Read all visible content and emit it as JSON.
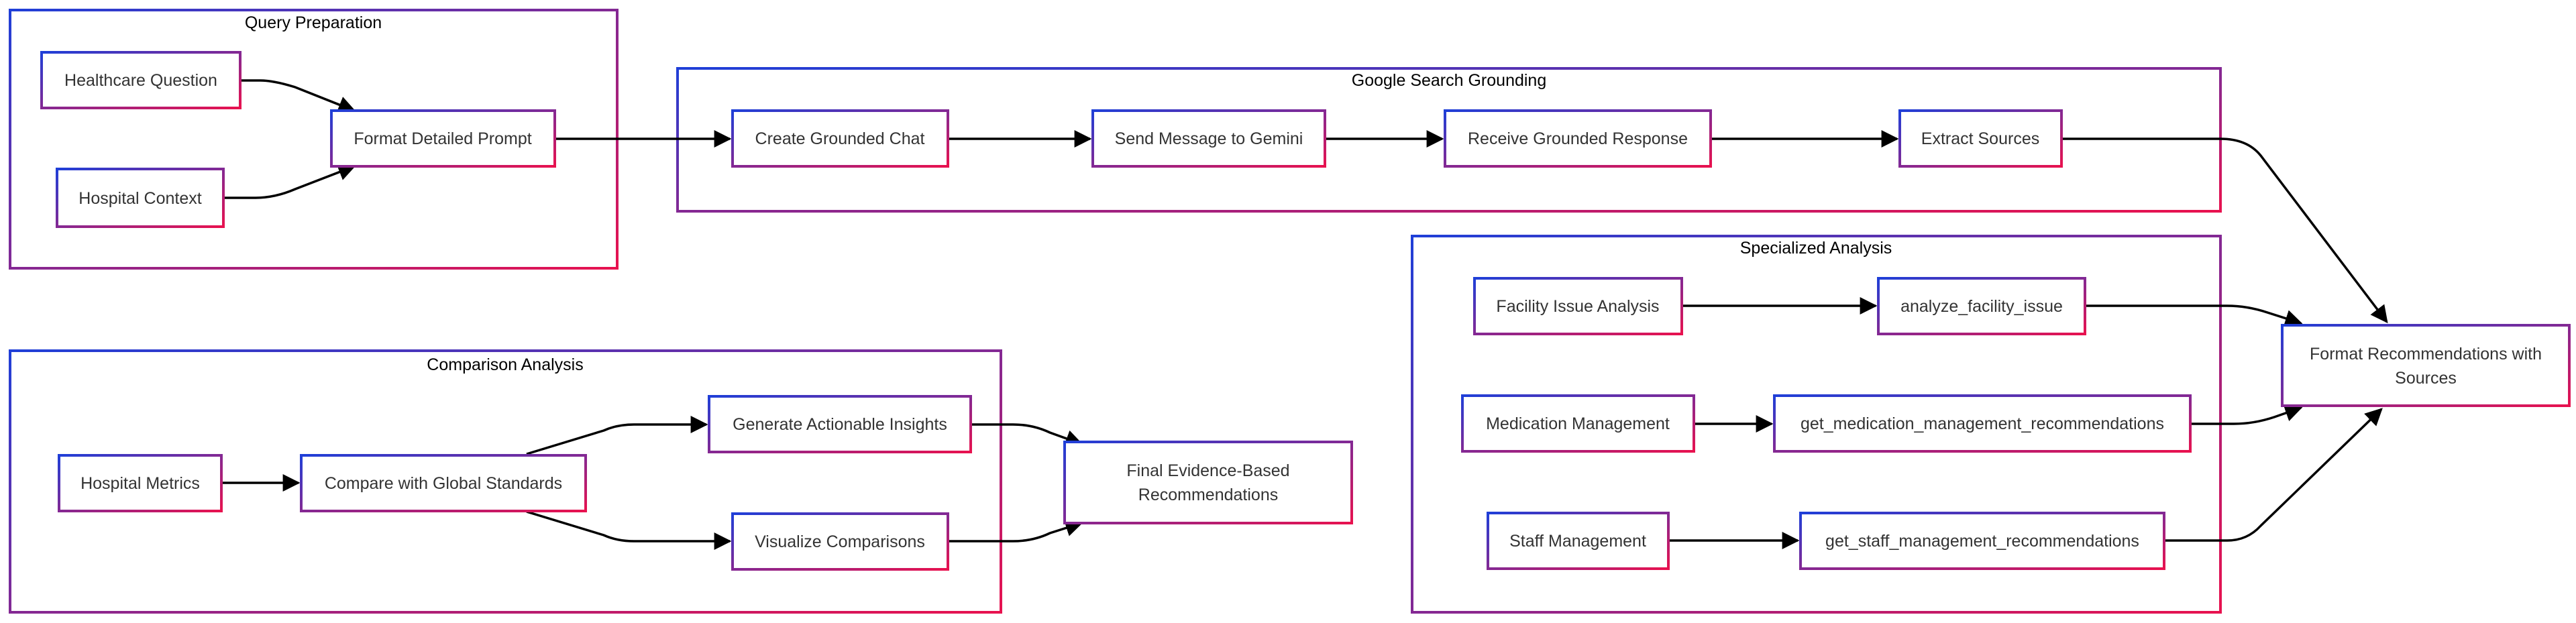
{
  "colors": {
    "frame_start": "#1f3fd8",
    "frame_end": "#e8124f",
    "edge": "#000000",
    "text": "#333333"
  },
  "groups": {
    "query_prep": "Query Preparation",
    "google_grounding": "Google Search Grounding",
    "comparison": "Comparison Analysis",
    "specialized": "Specialized Analysis"
  },
  "nodes": {
    "healthcare_question": "Healthcare Question",
    "hospital_context": "Hospital Context",
    "format_prompt": "Format Detailed Prompt",
    "create_chat": "Create Grounded Chat",
    "send_message": "Send Message to Gemini",
    "receive_response": "Receive Grounded Response",
    "extract_sources": "Extract Sources",
    "facility_issue": "Facility Issue Analysis",
    "analyze_facility": "analyze_facility_issue",
    "medication_mgmt": "Medication Management",
    "get_medication": "get_medication_management_recommendations",
    "staff_mgmt": "Staff Management",
    "get_staff": "get_staff_management_recommendations",
    "format_recommendations": [
      "Format Recommendations with",
      "Sources"
    ],
    "hospital_metrics": "Hospital Metrics",
    "compare_standards": "Compare with Global Standards",
    "generate_insights": "Generate Actionable Insights",
    "visualize": "Visualize Comparisons",
    "final_recommendations": [
      "Final Evidence-Based",
      "Recommendations"
    ]
  }
}
